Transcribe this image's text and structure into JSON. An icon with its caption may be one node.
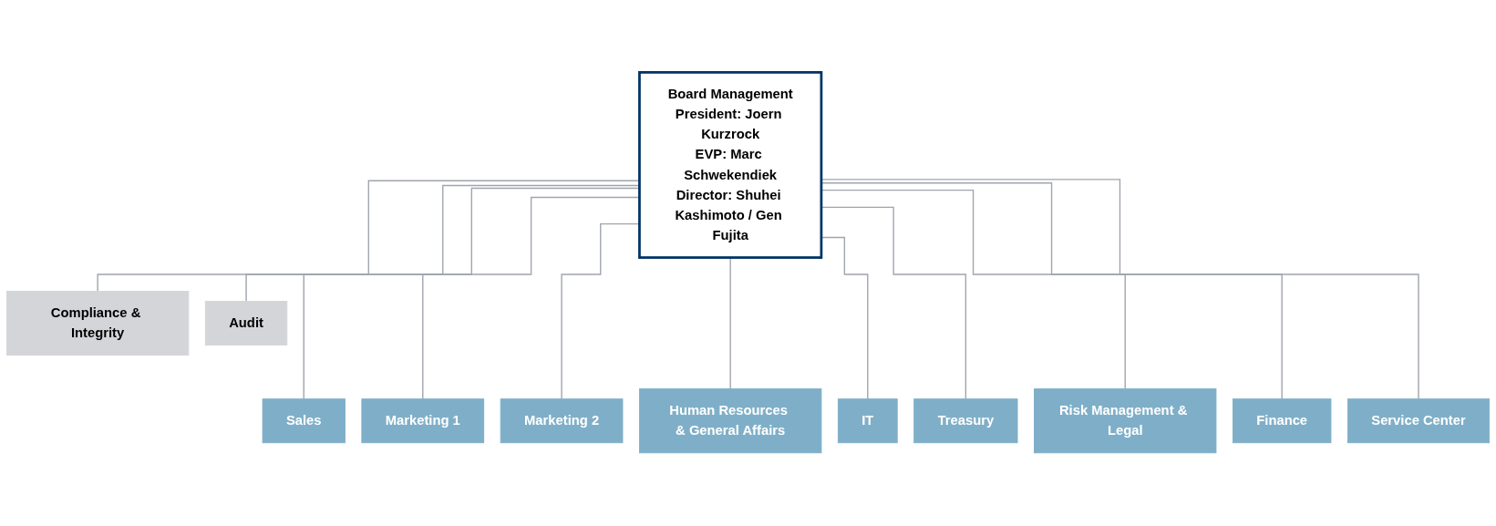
{
  "diagram": {
    "nodes": [
      {
        "text": [
          "Board Management",
          "President: Joern Kurzrock",
          "EVP: Marc Schwekendiek",
          "Director: Shuhei Kashimoto / Gen Fujita"
        ]
      },
      {
        "text": [
          "Compliance & Integrity"
        ]
      },
      {
        "text": [
          "Audit"
        ]
      },
      {
        "text": [
          "Sales"
        ]
      },
      {
        "text": [
          "Marketing 1"
        ]
      },
      {
        "text": [
          "Marketing 2"
        ]
      },
      {
        "text": [
          "Human Resources & General Affairs"
        ]
      },
      {
        "text": [
          "IT"
        ]
      },
      {
        "text": [
          "Treasury"
        ]
      },
      {
        "text": [
          "Risk Management & Legal"
        ]
      },
      {
        "text": [
          "Finance"
        ]
      },
      {
        "text": [
          "Service Center"
        ]
      }
    ],
    "edges": [
      {
        "from": 0,
        "to": 1,
        "arrow": "none"
      },
      {
        "from": 0,
        "to": 2,
        "arrow": "none"
      },
      {
        "from": 0,
        "to": 3,
        "arrow": "none"
      },
      {
        "from": 0,
        "to": 4,
        "arrow": "none"
      },
      {
        "from": 0,
        "to": 5,
        "arrow": "none"
      },
      {
        "from": 0,
        "to": 6,
        "arrow": "none"
      },
      {
        "from": 0,
        "to": 7,
        "arrow": "none"
      },
      {
        "from": 0,
        "to": 8,
        "arrow": "none"
      },
      {
        "from": 0,
        "to": 9,
        "arrow": "none"
      },
      {
        "from": 0,
        "to": 10,
        "arrow": "none"
      },
      {
        "from": 0,
        "to": 11,
        "arrow": "none"
      }
    ]
  }
}
